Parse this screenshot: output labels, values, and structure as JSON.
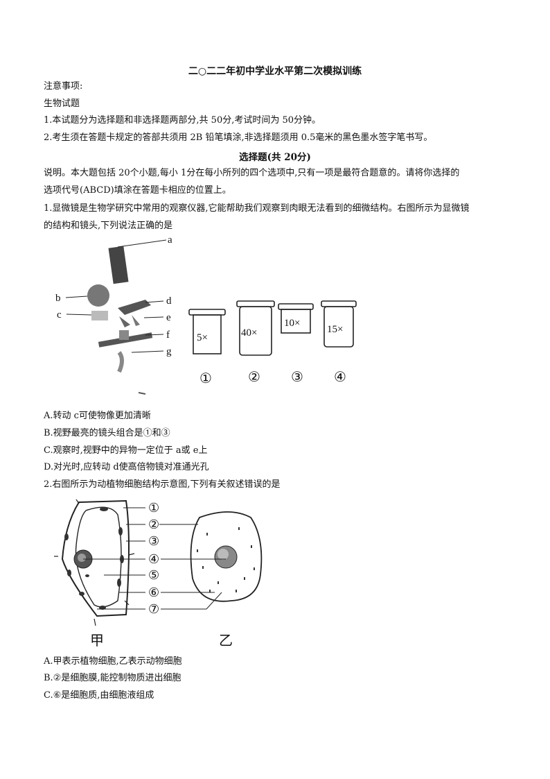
{
  "header": {
    "title": "二○二二年初中学业水平第二次模拟训练"
  },
  "notice": {
    "heading": "注意事项:",
    "subject": "生物试题",
    "items": [
      "1.本试题分为选择题和非选择题两部分,共 50分,考试时间为 50分钟。",
      "2.考生须在答题卡规定的答部共须用 2B 铅笔填涂,非选择题须用 0.5毫米的黑色墨水签字笔书写。"
    ]
  },
  "section": {
    "title": "选择题(共 20分)",
    "desc_lines": [
      "说明。本大题包括 20个小题,每小 1分在每小所列的四个选项中,只有一项是最符合题意的。请将你选择的",
      "选项代号(ABCD)填涂在答题卡相应的位置上。"
    ]
  },
  "q1": {
    "stem_lines": [
      "1.显微镜是生物学研究中常用的观察仪器,它能帮助我们观察到肉眼无法看到的细微结构。右图所示为显微镜",
      "的结构和镜头,下列说法正确的是"
    ],
    "microscope_labels": [
      "a",
      "b",
      "c",
      "d",
      "e",
      "f",
      "g"
    ],
    "lenses": [
      {
        "mag": "5×",
        "num": "①"
      },
      {
        "mag": "40×",
        "num": "②"
      },
      {
        "mag": "10×",
        "num": "③"
      },
      {
        "mag": "15×",
        "num": "④"
      }
    ],
    "options": [
      "A.转动 c可使物像更加清晰",
      "B.视野最亮的镜头组合是①和③",
      "C.观察时,视野中的异物一定位于 a或 e上",
      "D.对光时,应转动 d使高倍物镜对准通光孔"
    ]
  },
  "q2": {
    "stem": "2.右图所示为动植物细胞结构示意图,下列有关叙述错误的是",
    "cell_labels": [
      "①",
      "②",
      "③",
      "④",
      "⑤",
      "⑥",
      "⑦"
    ],
    "cell_names": [
      "甲",
      "乙"
    ],
    "options": [
      "A.甲表示植物细胞,乙表示动物细胞",
      "B.②是细胞膜,能控制物质进出细胞",
      "C.⑥是细胞质,由细胞液组成"
    ]
  }
}
